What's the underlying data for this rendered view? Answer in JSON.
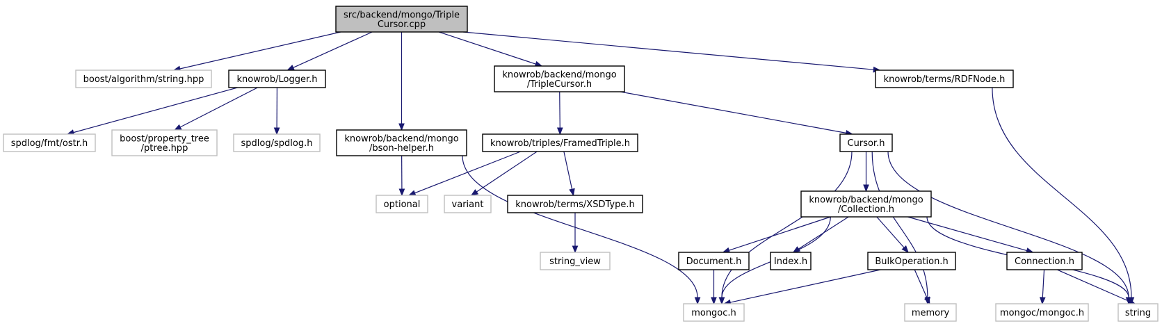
{
  "colors": {
    "root_fill": "#bfbfbf",
    "root_stroke": "#000000",
    "node_stroke": "#000000",
    "external_stroke": "#bfbfbf",
    "edge": "#191970"
  },
  "nodes": [
    {
      "id": "root",
      "kind": "root",
      "lines": [
        "src/backend/mongo/Triple",
        "Cursor.cpp"
      ]
    },
    {
      "id": "boost_string",
      "kind": "external",
      "lines": [
        "boost/algorithm/string.hpp"
      ]
    },
    {
      "id": "logger",
      "kind": "internal",
      "lines": [
        "knowrob/Logger.h"
      ]
    },
    {
      "id": "triplecursor_h",
      "kind": "internal",
      "lines": [
        "knowrob/backend/mongo",
        "/TripleCursor.h"
      ]
    },
    {
      "id": "rdfnode",
      "kind": "internal",
      "lines": [
        "knowrob/terms/RDFNode.h"
      ]
    },
    {
      "id": "fmt_ostr",
      "kind": "external",
      "lines": [
        "spdlog/fmt/ostr.h"
      ]
    },
    {
      "id": "ptree",
      "kind": "external",
      "lines": [
        "boost/property_tree",
        "/ptree.hpp"
      ]
    },
    {
      "id": "spdlog",
      "kind": "external",
      "lines": [
        "spdlog/spdlog.h"
      ]
    },
    {
      "id": "bson_helper",
      "kind": "internal",
      "lines": [
        "knowrob/backend/mongo",
        "/bson-helper.h"
      ]
    },
    {
      "id": "framedtriple",
      "kind": "internal",
      "lines": [
        "knowrob/triples/FramedTriple.h"
      ]
    },
    {
      "id": "cursor",
      "kind": "internal",
      "lines": [
        "Cursor.h"
      ]
    },
    {
      "id": "optional",
      "kind": "external",
      "lines": [
        "optional"
      ]
    },
    {
      "id": "variant",
      "kind": "external",
      "lines": [
        "variant"
      ]
    },
    {
      "id": "xsdtype",
      "kind": "internal",
      "lines": [
        "knowrob/terms/XSDType.h"
      ]
    },
    {
      "id": "collection",
      "kind": "internal",
      "lines": [
        "knowrob/backend/mongo",
        "/Collection.h"
      ]
    },
    {
      "id": "string_view",
      "kind": "external",
      "lines": [
        "string_view"
      ]
    },
    {
      "id": "document",
      "kind": "internal",
      "lines": [
        "Document.h"
      ]
    },
    {
      "id": "index",
      "kind": "internal",
      "lines": [
        "Index.h"
      ]
    },
    {
      "id": "bulkop",
      "kind": "internal",
      "lines": [
        "BulkOperation.h"
      ]
    },
    {
      "id": "connection",
      "kind": "internal",
      "lines": [
        "Connection.h"
      ]
    },
    {
      "id": "mongoc",
      "kind": "external",
      "lines": [
        "mongoc.h"
      ]
    },
    {
      "id": "memory",
      "kind": "external",
      "lines": [
        "memory"
      ]
    },
    {
      "id": "mongoc_mongoc",
      "kind": "external",
      "lines": [
        "mongoc/mongoc.h"
      ]
    },
    {
      "id": "string",
      "kind": "external",
      "lines": [
        "string"
      ]
    }
  ],
  "edges": [
    [
      "root",
      "boost_string"
    ],
    [
      "root",
      "logger"
    ],
    [
      "root",
      "bson_helper"
    ],
    [
      "root",
      "triplecursor_h"
    ],
    [
      "root",
      "rdfnode"
    ],
    [
      "logger",
      "fmt_ostr"
    ],
    [
      "logger",
      "ptree"
    ],
    [
      "logger",
      "spdlog"
    ],
    [
      "bson_helper",
      "optional"
    ],
    [
      "bson_helper",
      "mongoc"
    ],
    [
      "triplecursor_h",
      "framedtriple"
    ],
    [
      "triplecursor_h",
      "cursor"
    ],
    [
      "rdfnode",
      "string"
    ],
    [
      "framedtriple",
      "optional"
    ],
    [
      "framedtriple",
      "variant"
    ],
    [
      "framedtriple",
      "xsdtype"
    ],
    [
      "xsdtype",
      "string_view"
    ],
    [
      "cursor",
      "collection"
    ],
    [
      "cursor",
      "mongoc"
    ],
    [
      "cursor",
      "memory"
    ],
    [
      "cursor",
      "string"
    ],
    [
      "collection",
      "document"
    ],
    [
      "collection",
      "index"
    ],
    [
      "collection",
      "bulkop"
    ],
    [
      "collection",
      "connection"
    ],
    [
      "collection",
      "mongoc"
    ],
    [
      "collection",
      "string"
    ],
    [
      "document",
      "mongoc"
    ],
    [
      "bulkop",
      "mongoc"
    ],
    [
      "bulkop",
      "memory"
    ],
    [
      "connection",
      "mongoc_mongoc"
    ],
    [
      "connection",
      "string"
    ]
  ]
}
